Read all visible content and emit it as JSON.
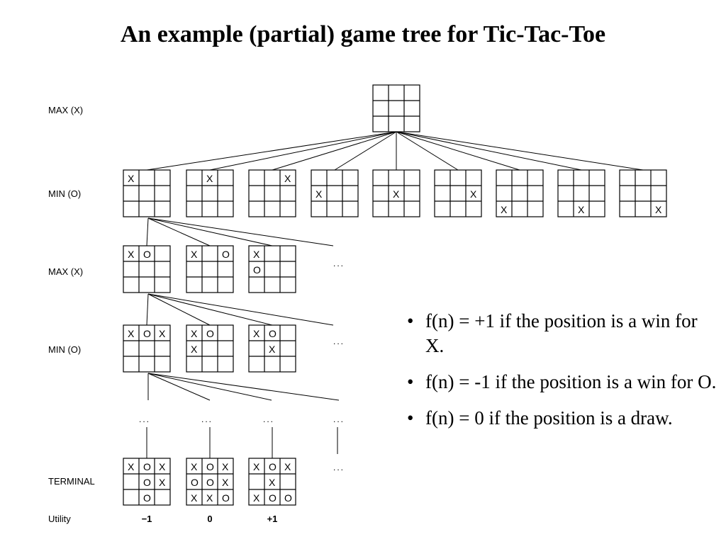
{
  "title": "An example (partial) game tree for Tic-Tac-Toe",
  "level_labels": [
    "MAX (X)",
    "MIN (O)",
    "MAX (X)",
    "MIN (O)",
    "TERMINAL"
  ],
  "utility_label": "Utility",
  "ellipsis": "...",
  "root": [
    "",
    "",
    "",
    "",
    "",
    "",
    "",
    "",
    ""
  ],
  "level1": [
    [
      "X",
      "",
      "",
      "",
      "",
      "",
      "",
      "",
      ""
    ],
    [
      "",
      "X",
      "",
      "",
      "",
      "",
      "",
      "",
      ""
    ],
    [
      "",
      "",
      "X",
      "",
      "",
      "",
      "",
      "",
      ""
    ],
    [
      "",
      "",
      "",
      "X",
      "",
      "",
      "",
      "",
      ""
    ],
    [
      "",
      "",
      "",
      "",
      "X",
      "",
      "",
      "",
      ""
    ],
    [
      "",
      "",
      "",
      "",
      "",
      "X",
      "",
      "",
      ""
    ],
    [
      "",
      "",
      "",
      "",
      "",
      "",
      "X",
      "",
      ""
    ],
    [
      "",
      "",
      "",
      "",
      "",
      "",
      "",
      "X",
      ""
    ],
    [
      "",
      "",
      "",
      "",
      "",
      "",
      "",
      "",
      "X"
    ]
  ],
  "level2": [
    [
      "X",
      "O",
      "",
      "",
      "",
      "",
      "",
      "",
      ""
    ],
    [
      "X",
      "",
      "O",
      "",
      "",
      "",
      "",
      "",
      ""
    ],
    [
      "X",
      "",
      "",
      "O",
      "",
      "",
      "",
      "",
      ""
    ]
  ],
  "level3": [
    [
      "X",
      "O",
      "X",
      "",
      "",
      "",
      "",
      "",
      ""
    ],
    [
      "X",
      "O",
      "",
      "X",
      "",
      "",
      "",
      "",
      ""
    ],
    [
      "X",
      "O",
      "",
      "",
      "X",
      "",
      "",
      "",
      ""
    ]
  ],
  "terminal": [
    [
      "X",
      "O",
      "X",
      "",
      "O",
      "X",
      "",
      "O",
      ""
    ],
    [
      "X",
      "O",
      "X",
      "O",
      "O",
      "X",
      "X",
      "X",
      "O"
    ],
    [
      "X",
      "O",
      "X",
      "",
      "X",
      "",
      "X",
      "O",
      "O"
    ]
  ],
  "utilities": [
    "−1",
    "0",
    "+1"
  ],
  "bullets": [
    "f(n) = +1 if the position is a win for X.",
    "f(n) = -1 if the position is a win for O.",
    "f(n) = 0 if the position is a draw."
  ],
  "bullet_symbol": "•"
}
